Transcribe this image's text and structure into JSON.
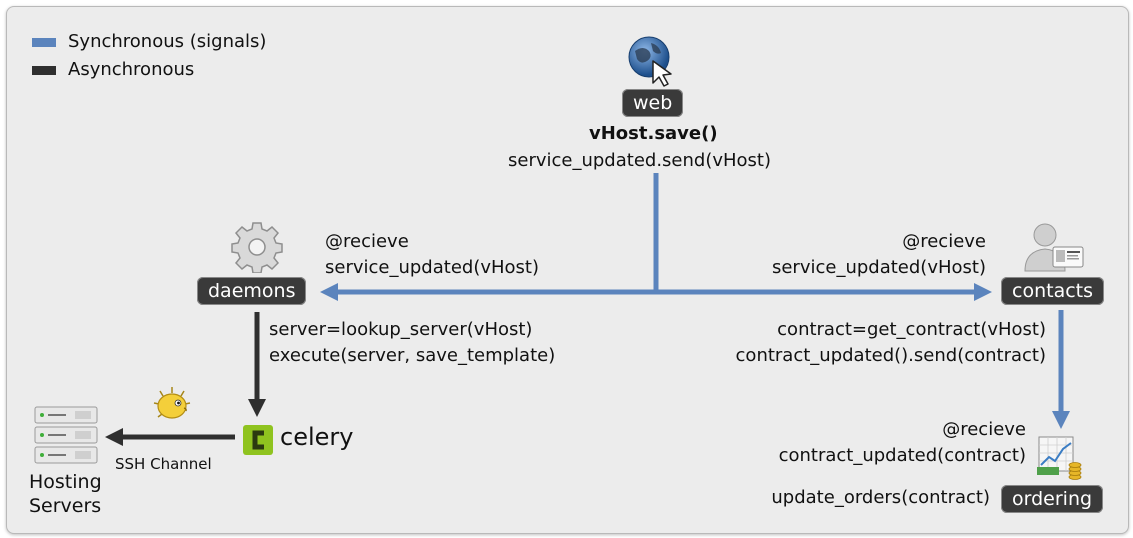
{
  "legend": {
    "sync_label": "Synchronous (signals)",
    "async_label": "Asynchronous",
    "sync_color": "#5b84bd",
    "async_color": "#2f2f2f"
  },
  "nodes": {
    "web": "web",
    "daemons": "daemons",
    "contacts": "contacts",
    "ordering": "ordering",
    "celery": "celery",
    "hosting_servers": [
      "Hosting",
      "Servers"
    ]
  },
  "web_block": {
    "title": "vHost.save()",
    "send": "service_updated.send(vHost)"
  },
  "daemons_receive": [
    "@recieve",
    "service_updated(vHost)"
  ],
  "contacts_receive": [
    "@recieve",
    "service_updated(vHost)"
  ],
  "daemons_actions": [
    "server=lookup_server(vHost)",
    "execute(server, save_template)"
  ],
  "contacts_actions": [
    "contract=get_contract(vHost)",
    "contract_updated().send(contract)"
  ],
  "ordering_receive": [
    "@recieve",
    "contract_updated(contract)"
  ],
  "ordering_action": "update_orders(contract)",
  "ssh_label": "SSH Channel",
  "icons": [
    "globe-cursor-icon",
    "gear-icon",
    "contact-card-icon",
    "chart-coins-icon",
    "blowfish-icon",
    "server-rack-icon",
    "celery-logo-icon"
  ]
}
